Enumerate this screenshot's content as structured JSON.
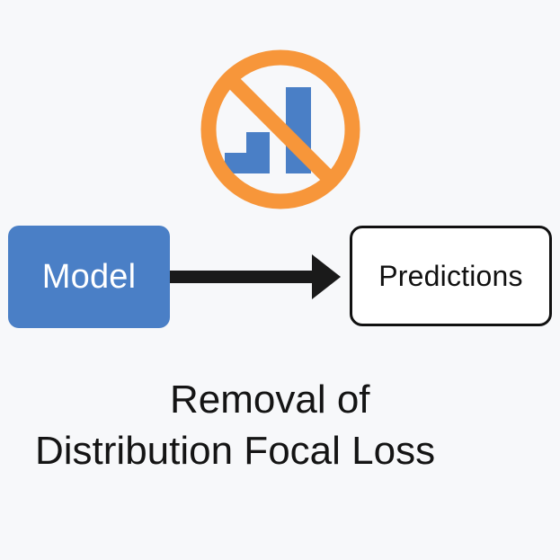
{
  "icon": {
    "name": "no-histogram-icon",
    "ring_color": "#f7963a",
    "bar_color": "#4a7fc6"
  },
  "nodes": {
    "model": {
      "label": "Model",
      "fill": "#4a7fc6",
      "text_color": "#ffffff"
    },
    "predictions": {
      "label": "Predictions",
      "fill": "#ffffff",
      "border_color": "#111111",
      "text_color": "#111111"
    }
  },
  "edge": {
    "from": "model",
    "to": "predictions",
    "color": "#1a1a1a"
  },
  "caption": {
    "line1": "Removal of",
    "line2": "Distribution Focal Loss"
  }
}
